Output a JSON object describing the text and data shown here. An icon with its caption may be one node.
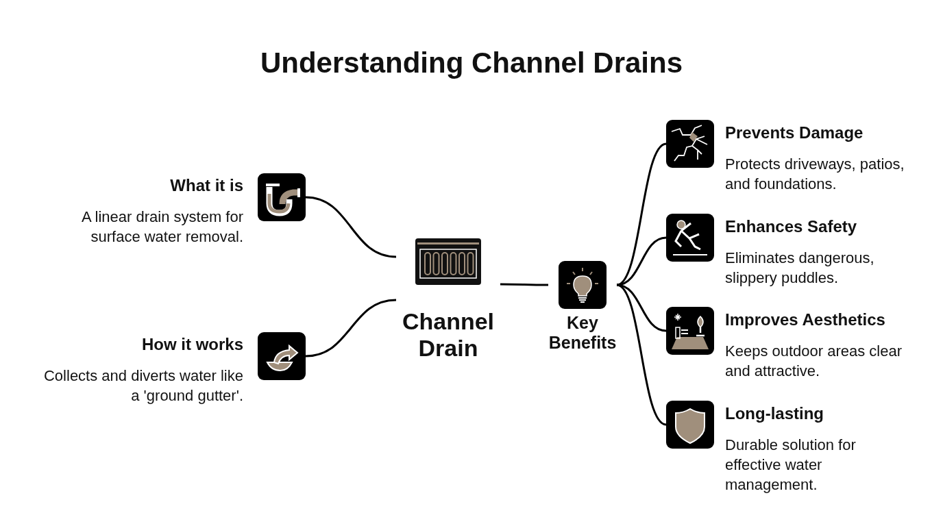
{
  "diagram": {
    "title": "Understanding Channel Drains",
    "nodes": [
      {
        "text": [
          "Channel Drain"
        ]
      },
      {
        "text": [
          "What it is",
          "A linear drain system for surface water removal."
        ]
      },
      {
        "text": [
          "How it works",
          "Collects and diverts water like a 'ground gutter'."
        ]
      },
      {
        "text": [
          "Key Benefits"
        ]
      },
      {
        "text": [
          "Prevents Damage",
          "Protects driveways, patios, and foundations."
        ]
      },
      {
        "text": [
          "Enhances Safety",
          "Eliminates dangerous, slippery puddles."
        ]
      },
      {
        "text": [
          "Improves Aesthetics",
          "Keeps outdoor areas clear and attractive."
        ]
      },
      {
        "text": [
          "Long-lasting",
          "Durable solution for effective water management."
        ]
      }
    ],
    "edges": [
      {
        "from": 1,
        "to": 0,
        "arrow": "none"
      },
      {
        "from": 2,
        "to": 0,
        "arrow": "none"
      },
      {
        "from": 0,
        "to": 3,
        "arrow": "none"
      },
      {
        "from": 3,
        "to": 4,
        "arrow": "none"
      },
      {
        "from": 3,
        "to": 5,
        "arrow": "none"
      },
      {
        "from": 3,
        "to": 6,
        "arrow": "none"
      },
      {
        "from": 3,
        "to": 7,
        "arrow": "none"
      }
    ]
  }
}
